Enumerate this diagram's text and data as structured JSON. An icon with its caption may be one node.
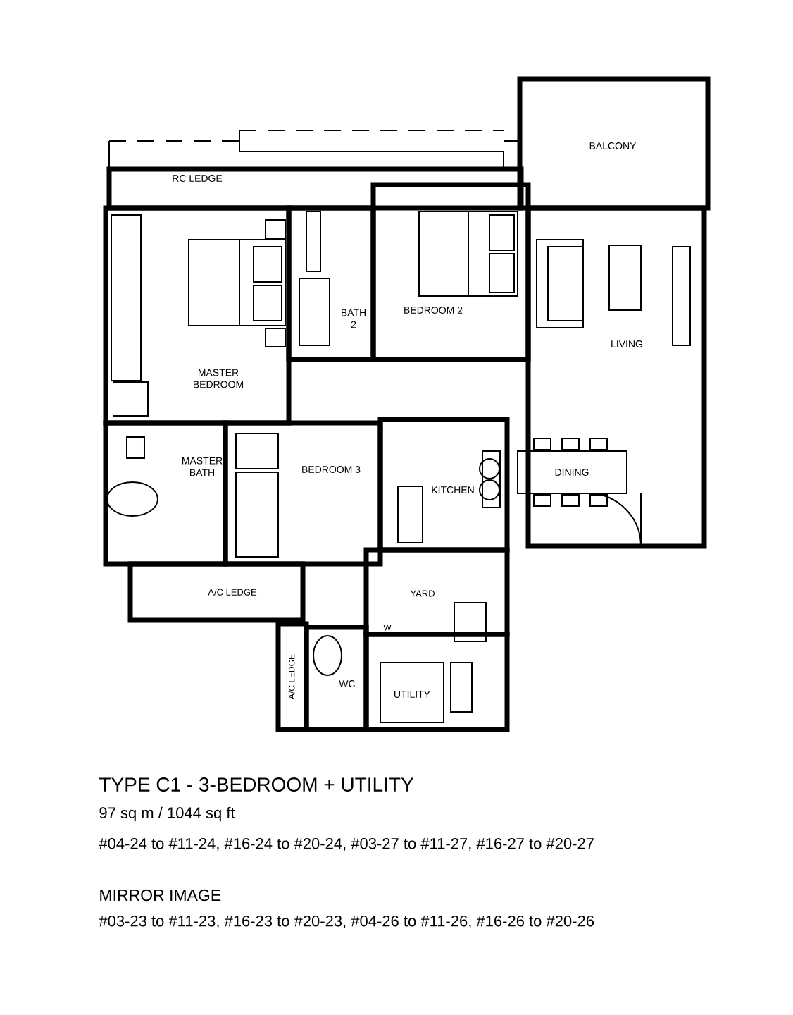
{
  "diagram": {
    "title": "TYPE C1 - 3-BEDROOM + UTILITY",
    "labels": [
      "BALCONY",
      "RC LEDGE",
      "BATH 2",
      "BEDROOM 2",
      "LIVING",
      "MASTER BEDROOM",
      "MASTER BATH",
      "BEDROOM 3",
      "KITCHEN",
      "DINING",
      "A/C LEDGE",
      "YARD",
      "W",
      "A/C LEDGE",
      "WC",
      "UTILITY",
      "97 sq m / 1044 sq ft",
      "#04-24 to #11-24, #16-24 to #20-24, #03-27 to #11-27, #16-27 to #20-27",
      "MIRROR IMAGE",
      "#03-23 to #11-23, #16-23 to #20-23, #04-26 to #11-26, #16-26 to #20-26"
    ]
  }
}
